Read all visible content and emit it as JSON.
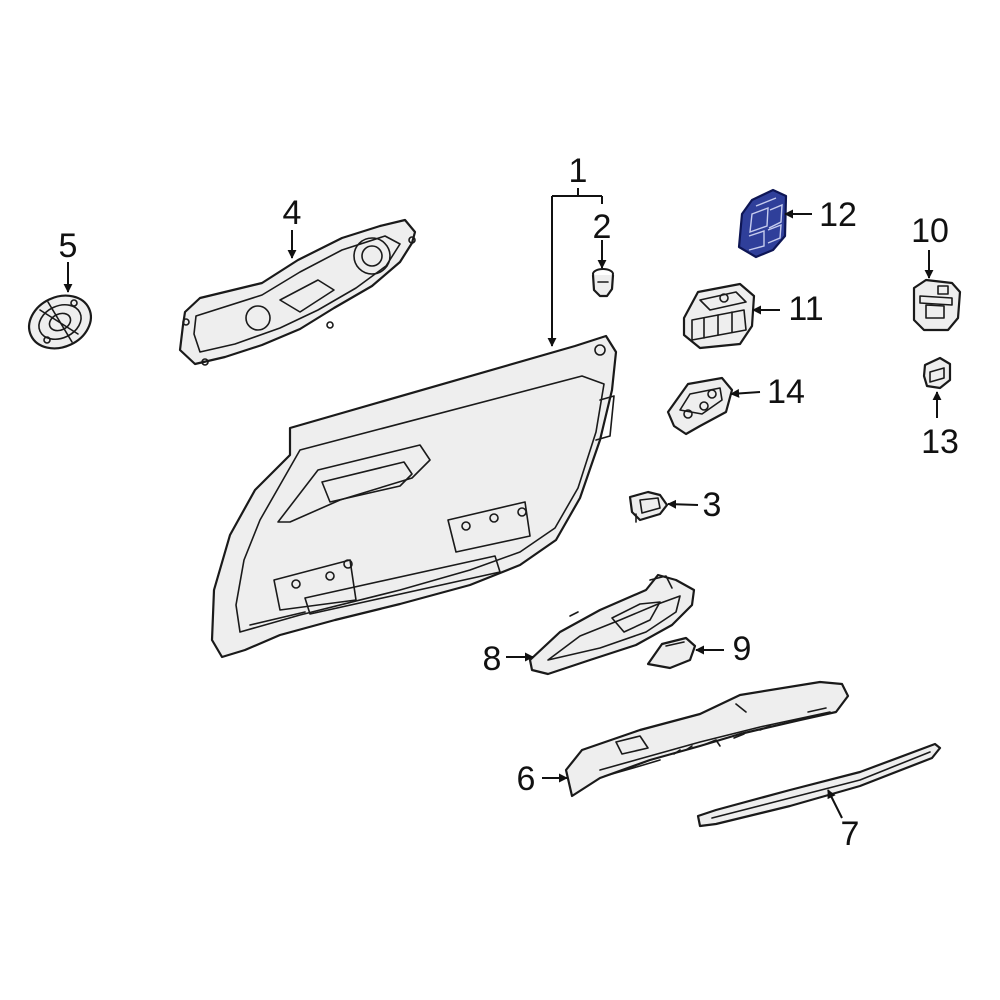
{
  "diagram": {
    "callouts": {
      "c1": "1",
      "c2": "2",
      "c3": "3",
      "c4": "4",
      "c5": "5",
      "c6": "6",
      "c7": "7",
      "c8": "8",
      "c9": "9",
      "c10": "10",
      "c11": "11",
      "c12": "12",
      "c13": "13",
      "c14": "14"
    },
    "highlighted_part": "12",
    "colors": {
      "highlight": "#2f3f9a",
      "line": "#1a1a1a",
      "part_fill": "#eeeeee",
      "background": "#ffffff"
    }
  }
}
